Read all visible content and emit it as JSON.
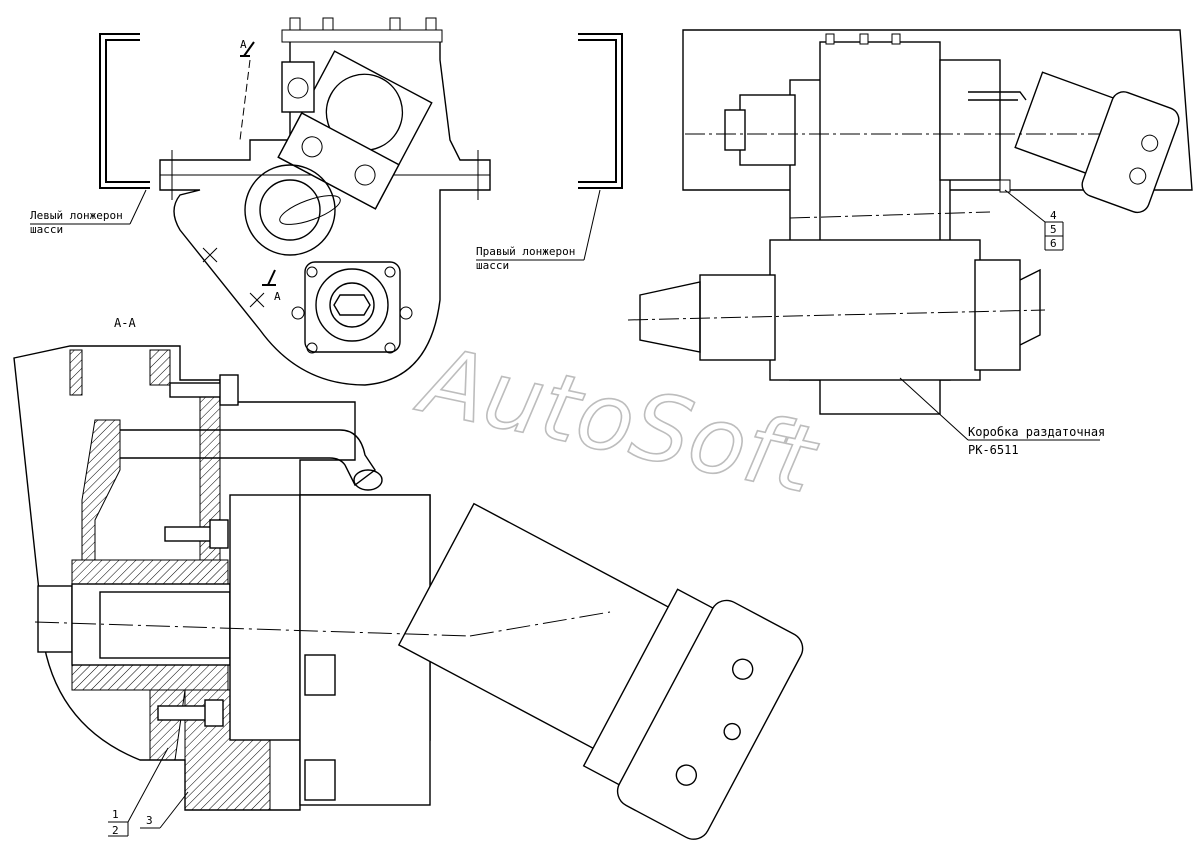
{
  "labels": {
    "left_spar": "Левый лонжерон",
    "left_spar_2": "шасси",
    "right_spar": "Правый лонжерон",
    "right_spar_2": "шасси",
    "section_name": "А-А",
    "section_mark_top": "А",
    "section_mark_bottom": "А",
    "gearbox_title": "Коробка раздаточная",
    "gearbox_model": "РК-6511",
    "callout_1": "1",
    "callout_2": "2",
    "callout_3": "3",
    "callout_4": "4",
    "callout_5": "5",
    "callout_6": "6"
  },
  "watermark": "AutoSoft"
}
